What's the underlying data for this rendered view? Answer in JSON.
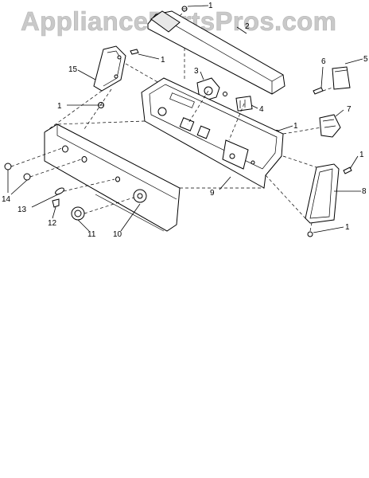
{
  "watermark": "AppliancePartsPros.com",
  "callouts": {
    "c1a": "1",
    "c1b": "1",
    "c1c": "1",
    "c1d": "1",
    "c1e": "1",
    "c1f": "1",
    "c2": "2",
    "c3": "3",
    "c4": "4",
    "c5": "5",
    "c6": "6",
    "c7": "7",
    "c8": "8",
    "c9": "9",
    "c10": "10",
    "c11": "11",
    "c12": "12",
    "c13": "13",
    "c14": "14",
    "c15": "15"
  }
}
